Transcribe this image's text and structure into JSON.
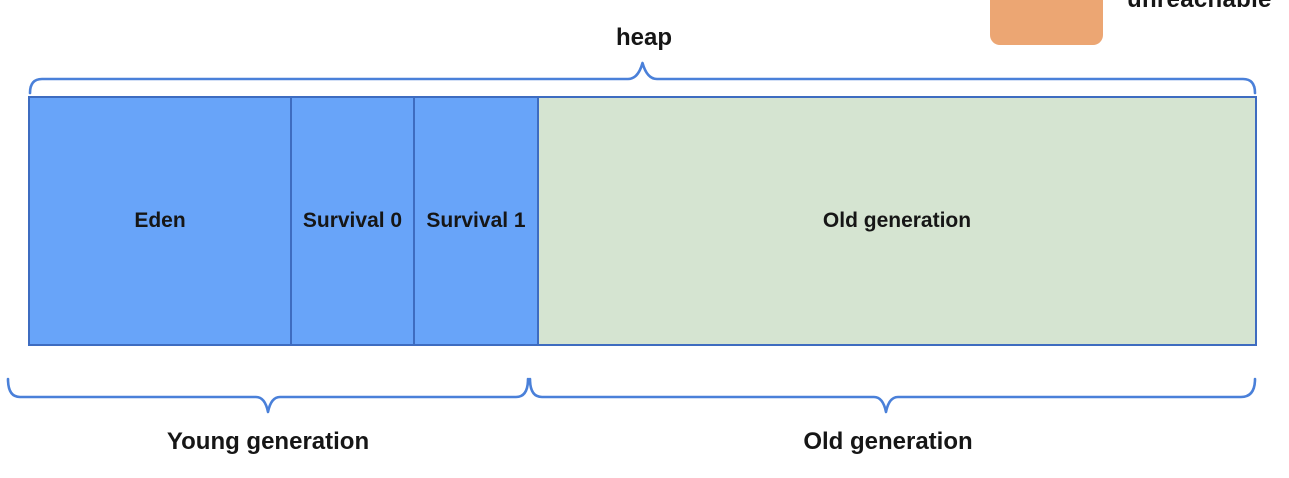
{
  "legend": {
    "label": "unreachable",
    "swatch_color": "#eca673"
  },
  "heap_label": "heap",
  "heap_regions": [
    {
      "name": "eden",
      "label": "Eden"
    },
    {
      "name": "survival-0",
      "label": "Survival 0"
    },
    {
      "name": "survival-1",
      "label": "Survival 1"
    },
    {
      "name": "old-generation",
      "label": "Old generation"
    }
  ],
  "generation_groups": [
    {
      "name": "young-generation",
      "label": "Young generation"
    },
    {
      "name": "old-generation",
      "label": "Old generation"
    }
  ],
  "colors": {
    "young_fill": "#68a4f9",
    "old_fill": "#d5e4d1",
    "box_border": "#3e6cc0",
    "brace": "#4a80d9",
    "unreachable_swatch": "#eca673"
  }
}
